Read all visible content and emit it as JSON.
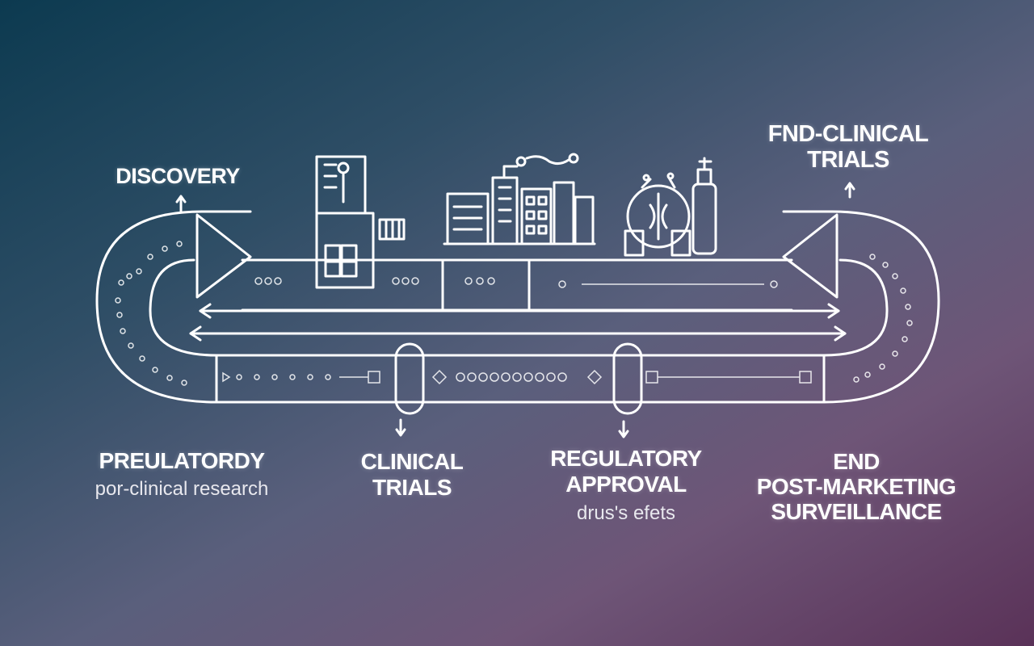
{
  "stages": {
    "discovery": {
      "title": "DISCOVERY"
    },
    "fnd": {
      "title_line1": "FND-CLINICAL",
      "title_line2": "TRIALS"
    },
    "preulatordy": {
      "title": "PREULATORDY",
      "subtitle": "por-clinical research"
    },
    "clinical": {
      "title_line1": "CLINICAL",
      "title_line2": "TRIALS"
    },
    "regulatory": {
      "title_line1": "REGULATORY",
      "title_line2": "APPROVAL",
      "subtitle": "drus's efets"
    },
    "end": {
      "title_line1": "END",
      "title_line2": "POST-MARKETING",
      "title_line3": "SURVEILLANCE"
    }
  },
  "colors": {
    "line": "#ffffff"
  }
}
